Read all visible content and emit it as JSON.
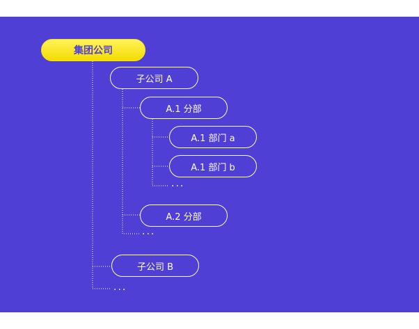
{
  "diagram": {
    "root": "集团公司",
    "company_a": "子公司 A",
    "branch_a1": "A.1 分部",
    "dept_a1a": "A.1 部门 a",
    "dept_a1b": "A.1 部门 b",
    "more_a1": "...",
    "branch_a2": "A.2 分部",
    "more_a": "...",
    "company_b": "子公司 B",
    "more_root": "..."
  },
  "colors": {
    "background": "#4f3fd4",
    "root_fill": "#ffe600",
    "root_text": "#4f3fd4",
    "node_border": "#ffffff"
  }
}
